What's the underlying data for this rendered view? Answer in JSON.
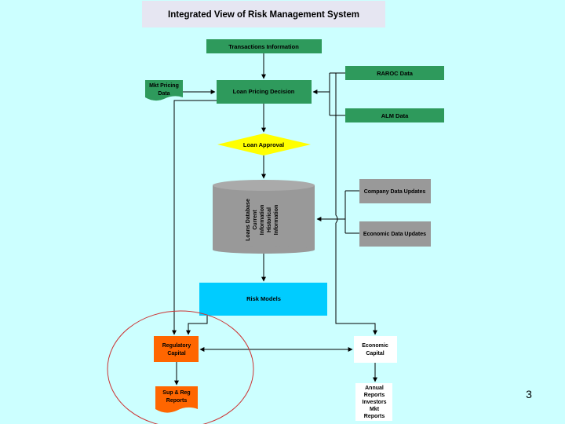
{
  "title": "Integrated View of Risk Management System",
  "colors": {
    "background": "#ccffff",
    "title_box": "#e6e6f2",
    "green_box": "#2e9a5c",
    "diamond": "#ffff00",
    "database": "#999999",
    "gray_box": "#999999",
    "risk_models": "#00ccff",
    "orange_box": "#ff6600",
    "white_box": "#ffffff",
    "highlight_circle": "#cc3333"
  },
  "nodes": {
    "transactions": "Transactions Information",
    "raroc": "RAROC Data",
    "mkt_pricing": [
      "Mkt Pricing",
      "Data"
    ],
    "loan_pricing": "Loan Pricing Decision",
    "alm": "ALM Data",
    "loan_approval": "Loan Approval",
    "loans_db": [
      "Loans Database",
      "Current",
      "Information",
      "Historical",
      "Information"
    ],
    "company_updates": "Company Data Updates",
    "economic_updates": "Economic Data Updates",
    "risk_models": "Risk Models",
    "regulatory_capital": [
      "Regulatory",
      "Capital"
    ],
    "economic_capital": [
      "Economic",
      "Capital"
    ],
    "sup_reg_reports": [
      "Sup & Reg",
      "Reports"
    ],
    "annual_reports": [
      "Annual",
      "Reports",
      "Investors",
      "Mkt",
      "Reports"
    ]
  },
  "slide_number": "3"
}
